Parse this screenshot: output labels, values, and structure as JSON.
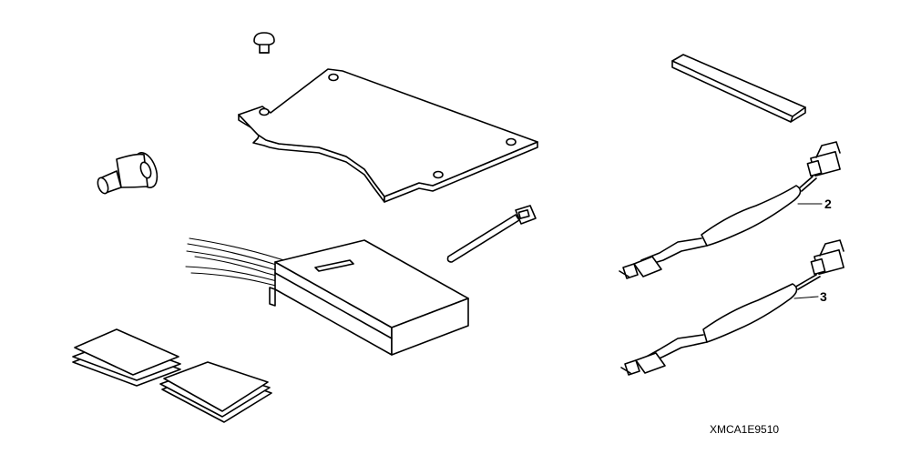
{
  "callouts": {
    "harness_2": "2",
    "harness_3": "3"
  },
  "diagram_code": "XMCA1E9510",
  "colors": {
    "line": "#000000",
    "background": "#ffffff"
  }
}
